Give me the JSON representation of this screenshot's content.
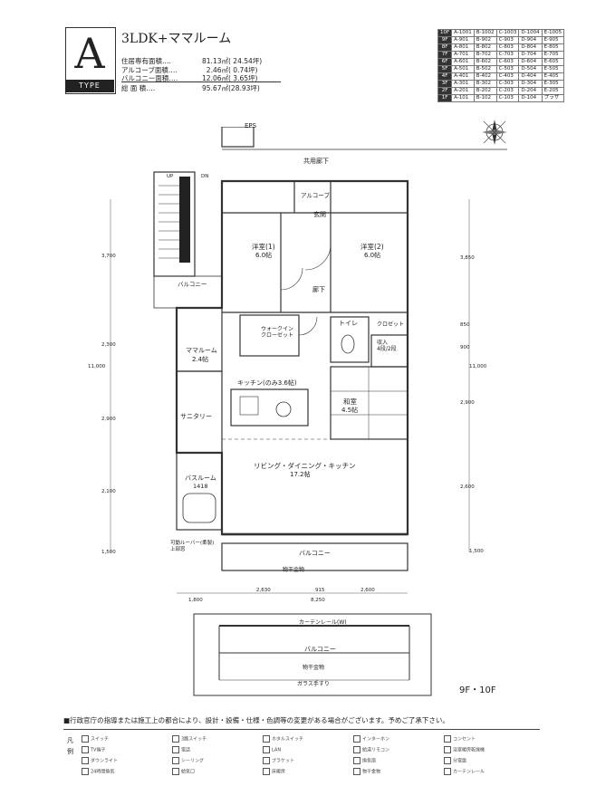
{
  "header": {
    "type_letter": "A",
    "type_label": "TYPE",
    "plan_name": "3LDK+ママルーム"
  },
  "specs": [
    {
      "label": "住居専有面積‥‥",
      "sqm": "81.13㎡",
      "tsubo": "( 24.54坪)"
    },
    {
      "label": "アルコーブ面積‥‥",
      "sqm": "2.46㎡",
      "tsubo": "( 0.74坪)"
    },
    {
      "label": "バルコニー面積‥‥",
      "sqm": "12.06㎡",
      "tsubo": "( 3.65坪)"
    },
    {
      "label": "総 面 積‥‥",
      "sqm": "95.67㎡",
      "tsubo": "(28.93坪)"
    }
  ],
  "unit_table": [
    {
      "floor": "10F",
      "units": [
        "A-1001",
        "B-1002",
        "C-1003",
        "D-1004",
        "E-1005"
      ]
    },
    {
      "floor": "9F",
      "units": [
        "A-901",
        "B-902",
        "C-903",
        "D-904",
        "E-905"
      ]
    },
    {
      "floor": "8F",
      "units": [
        "A-801",
        "B-802",
        "C-803",
        "D-804",
        "E-805"
      ]
    },
    {
      "floor": "7F",
      "units": [
        "A-701",
        "B-702",
        "C-703",
        "D-704",
        "E-705"
      ]
    },
    {
      "floor": "6F",
      "units": [
        "A-601",
        "B-602",
        "C-603",
        "D-604",
        "E-605"
      ]
    },
    {
      "floor": "5F",
      "units": [
        "A-501",
        "B-502",
        "C-503",
        "D-504",
        "E-505"
      ]
    },
    {
      "floor": "4F",
      "units": [
        "A-401",
        "B-402",
        "C-403",
        "D-404",
        "E-405"
      ]
    },
    {
      "floor": "3F",
      "units": [
        "A-301",
        "B-302",
        "C-303",
        "D-304",
        "E-305"
      ]
    },
    {
      "floor": "2F",
      "units": [
        "A-201",
        "B-202",
        "C-203",
        "D-204",
        "E-205"
      ]
    },
    {
      "floor": "1F",
      "units": [
        "A-101",
        "B-102",
        "C-103",
        "D-104",
        "プラザ"
      ]
    }
  ],
  "rooms": {
    "eps": "EPS",
    "corridor": "共用廊下",
    "alcove": "アルコーブ",
    "entrance": "玄関",
    "western1": "洋室(1)",
    "western1_size": "6.0帖",
    "western2": "洋室(2)",
    "western2_size": "6.0帖",
    "hall": "廊下",
    "walkin": "ウォークイン\nクローゼット",
    "toilet": "トイレ",
    "closet": "クロゼット",
    "storage": "収入\n4段/2段",
    "mama": "ママルーム",
    "mama_size": "2.4帖",
    "kitchen": "キッチン(のみ3.6帖)",
    "japanese": "和室",
    "japanese_size": "4.5帖",
    "sanitary": "サニタリー",
    "bath": "バスルーム",
    "bath_size": "1418",
    "ldk": "リビング・ダイニング・キッチン",
    "ldk_size": "17.2帖",
    "balcony": "バルコニー",
    "balcony_left": "バルコニー",
    "outdoor_unit": "物干金物",
    "curtain_rail": "カーテンレール(W)",
    "glass_rail": "ガラス手すり",
    "bath_note": "可動ルーバー(柔製)\n上部窓",
    "up": "UP",
    "dn": "DN"
  },
  "dimensions": {
    "left": [
      "3,700",
      "2,300",
      "11,000",
      "2,900",
      "2,100",
      "1,500"
    ],
    "right": [
      "3,850",
      "850",
      "11,000",
      "900",
      "2,900",
      "2,600",
      "1,500"
    ],
    "bottom": [
      "2,630",
      "915",
      "2,600",
      "1,800",
      "8,250"
    ]
  },
  "floor_tag": "9F・10F",
  "disclaimer": "■行政官庁の指導または施工上の都合により、設計・設備・仕様・色調等の変更がある場合がございます。予めご了承下さい。",
  "legend_side": [
    "凡",
    "例"
  ],
  "legend_items": [
    "スイッチ",
    "3路スイッチ",
    "ホタルスイッチ",
    "インターホン",
    "コンセント",
    "TV端子",
    "電話",
    "LAN",
    "給湯リモコン",
    "浴室暖房乾燥機",
    "ダウンライト",
    "シーリング",
    "ブラケット",
    "換気扇",
    "分電盤",
    "24時間換気",
    "給気口",
    "床暖房",
    "物干金物",
    "カーテンレール"
  ]
}
